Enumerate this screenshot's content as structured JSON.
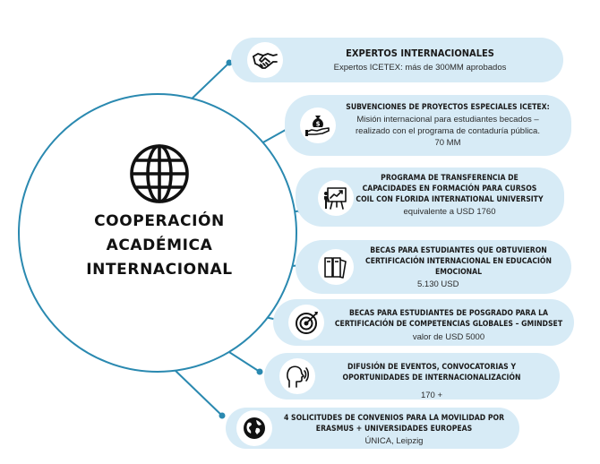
{
  "hub": {
    "title_line1": "COOPERACIÓN",
    "title_line2": "ACADÉMICA",
    "title_line3": "INTERNACIONAL",
    "icon": "globe-icon"
  },
  "colors": {
    "connector": "#2a89b0",
    "card": "#d7ebf6",
    "hub_border": "#2a89b0"
  },
  "items": [
    {
      "icon": "handshake-icon",
      "title": "EXPERTOS INTERNACIONALES",
      "desc": "Expertos ICETEX: más de 300MM aprobados"
    },
    {
      "icon": "money-bag-hand-icon",
      "title": "SUBVENCIONES DE PROYECTOS ESPECIALES ICETEX:",
      "desc": "Misión internacional para estudiantes becados –\nrealizado con el programa de contaduría pública.\n70 MM"
    },
    {
      "icon": "presentation-board-icon",
      "title": "PROGRAMA DE TRANSFERENCIA DE\nCAPACIDADES EN FORMACIÓN PARA CURSOS\nCOIL CON FLORIDA INTERNATIONAL UNIVERSITY",
      "desc": "equivalente a USD 1760"
    },
    {
      "icon": "books-icon",
      "title": "BECAS PARA ESTUDIANTES QUE OBTUVIERON\nCERTIFICACIÓN INTERNACIONAL EN EDUCACIÓN\nEMOCIONAL",
      "desc": "5.130 USD"
    },
    {
      "icon": "target-icon",
      "title": "BECAS PARA ESTUDIANTES DE POSGRADO PARA LA\nCERTIFICACIÓN DE COMPETENCIAS GLOBALES – GMINDSET",
      "desc": "valor de USD 5000"
    },
    {
      "icon": "speaking-head-icon",
      "title": "DIFUSIÓN DE EVENTOS, CONVOCATORIAS Y\nOPORTUNIDADES DE INTERNACIONALIZACIÓN",
      "desc": "170 +"
    },
    {
      "icon": "globe-icon",
      "title": "4 SOLICITUDES DE CONVENIOS PARA LA MOVILIDAD POR\nERASMUS + UNIVERSIDADES EUROPEAS",
      "desc": "ÚNICA, Leipzig"
    }
  ]
}
